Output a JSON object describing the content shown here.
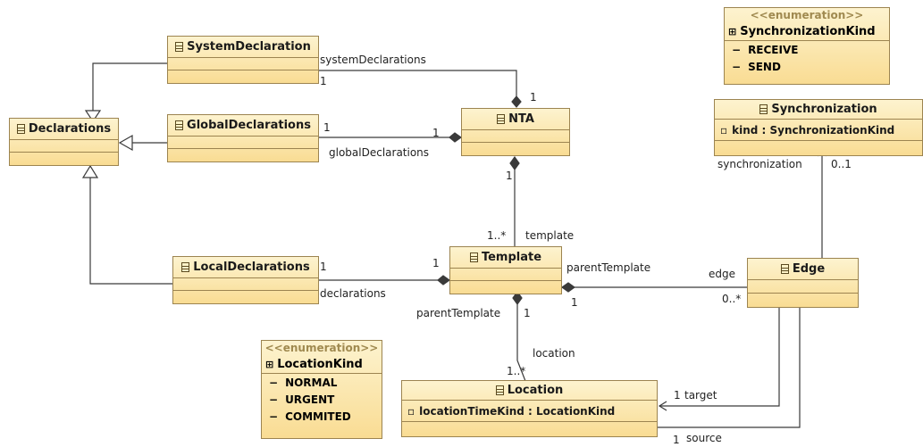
{
  "classes": {
    "system_declaration": "SystemDeclaration",
    "declarations": "Declarations",
    "global_declarations": "GlobalDeclarations",
    "nta": "NTA",
    "local_declarations": "LocalDeclarations",
    "template": "Template",
    "edge": "Edge",
    "location": "Location",
    "synchronization": "Synchronization"
  },
  "attributes": {
    "synchronization_kind": "kind : SynchronizationKind",
    "location_time_kind": "locationTimeKind : LocationKind"
  },
  "enumerations": {
    "sync_kind": {
      "stereotype": "<<enumeration>>",
      "name": "SynchronizationKind",
      "literals": [
        "RECEIVE",
        "SEND"
      ]
    },
    "location_kind": {
      "stereotype": "<<enumeration>>",
      "name": "LocationKind",
      "literals": [
        "NORMAL",
        "URGENT",
        "COMMITED"
      ]
    }
  },
  "labels": {
    "system_declarations": "systemDeclarations",
    "sys_mult_1": "1",
    "nta_sys_mult": "1",
    "global_declarations": "globalDeclarations",
    "global_mult_1": "1",
    "nta_global_mult": "1",
    "nta_template_mult": "1",
    "template_mult": "1..*",
    "template": "template",
    "local_mult": "1",
    "template_local_mult": "1",
    "declarations": "declarations",
    "parent_template_edge": "parentTemplate",
    "edge": "edge",
    "template_edge_mult": "1",
    "edge_mult": "0..*",
    "parent_template_loc": "parentTemplate",
    "parent_template_loc_mult": "1",
    "location": "location",
    "location_mult": "1..*",
    "target_mult": "1",
    "target": "target",
    "source_mult": "1",
    "source": "source",
    "synchronization": "synchronization",
    "sync_mult": "0..1"
  }
}
